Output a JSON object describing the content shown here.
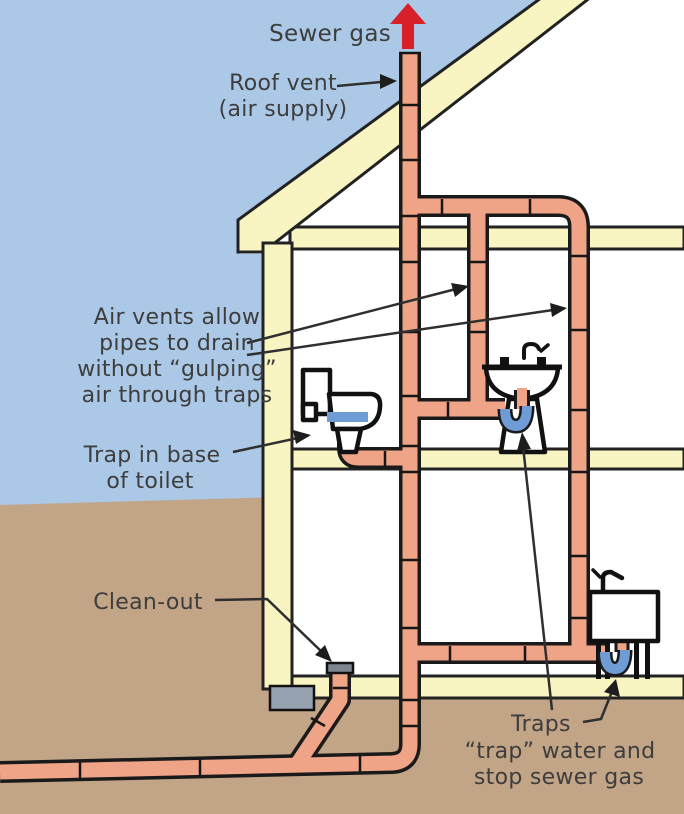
{
  "labels": {
    "sewer_gas": "Sewer gas",
    "roof_vent_line1": "Roof vent",
    "roof_vent_line2": "(air supply)",
    "air_vents_line1": "Air vents allow",
    "air_vents_line2": "pipes to drain",
    "air_vents_line3": "without “gulping”",
    "air_vents_line4": "air through traps",
    "toilet_trap_line1": "Trap in base",
    "toilet_trap_line2": "of toilet",
    "clean_out": "Clean-out",
    "traps_line1": "Traps",
    "traps_line2": "“trap” water and",
    "traps_line3": "stop sewer gas"
  },
  "colors": {
    "sky": "#abc9e6",
    "earth": "#c2a487",
    "structure": "#f9f5c2",
    "pipe": "#f0a487",
    "pipe_outline": "#1a1a1a",
    "water": "#6f9cd4",
    "concrete": "#97a2b0",
    "cap": "#7d858f",
    "sewer_arrow": "#d7202a",
    "text": "#3d3d3d",
    "leader": "#2f2f2f"
  }
}
